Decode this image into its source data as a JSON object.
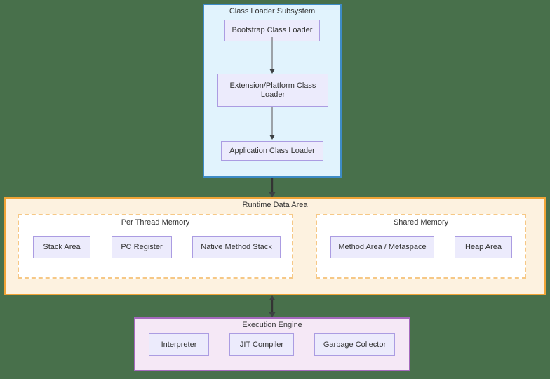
{
  "theme": {
    "bg": "#48704b",
    "cls_fill": "#e1f3fd",
    "cls_border": "#3e8cc7",
    "rda_fill": "#fdf2e0",
    "rda_border": "#f0a437",
    "grp_fill": "#ffffff",
    "grp_border": "#f6c886",
    "exe_fill": "#f5e8f6",
    "exe_border": "#a569bd",
    "node_fill": "#ecebfc",
    "node_border": "#ab9ce2",
    "text": "#333333",
    "inner_line": "#8a8d92",
    "outer_line": "#333333",
    "arrow_head": "#3c4043"
  },
  "diagram": {
    "class_loader": {
      "title": "Class Loader Subsystem",
      "nodes": [
        {
          "label": "Bootstrap Class Loader"
        },
        {
          "label": "Extension/Platform Class Loader"
        },
        {
          "label": "Application Class Loader"
        }
      ]
    },
    "runtime_data_area": {
      "title": "Runtime Data Area",
      "groups": [
        {
          "title": "Per Thread Memory",
          "nodes": [
            {
              "label": "Stack Area"
            },
            {
              "label": "PC Register"
            },
            {
              "label": "Native Method Stack"
            }
          ]
        },
        {
          "title": "Shared Memory",
          "nodes": [
            {
              "label": "Method Area / Metaspace"
            },
            {
              "label": "Heap Area"
            }
          ]
        }
      ]
    },
    "execution_engine": {
      "title": "Execution Engine",
      "nodes": [
        {
          "label": "Interpreter"
        },
        {
          "label": "JIT Compiler"
        },
        {
          "label": "Garbage Collector"
        }
      ]
    }
  }
}
